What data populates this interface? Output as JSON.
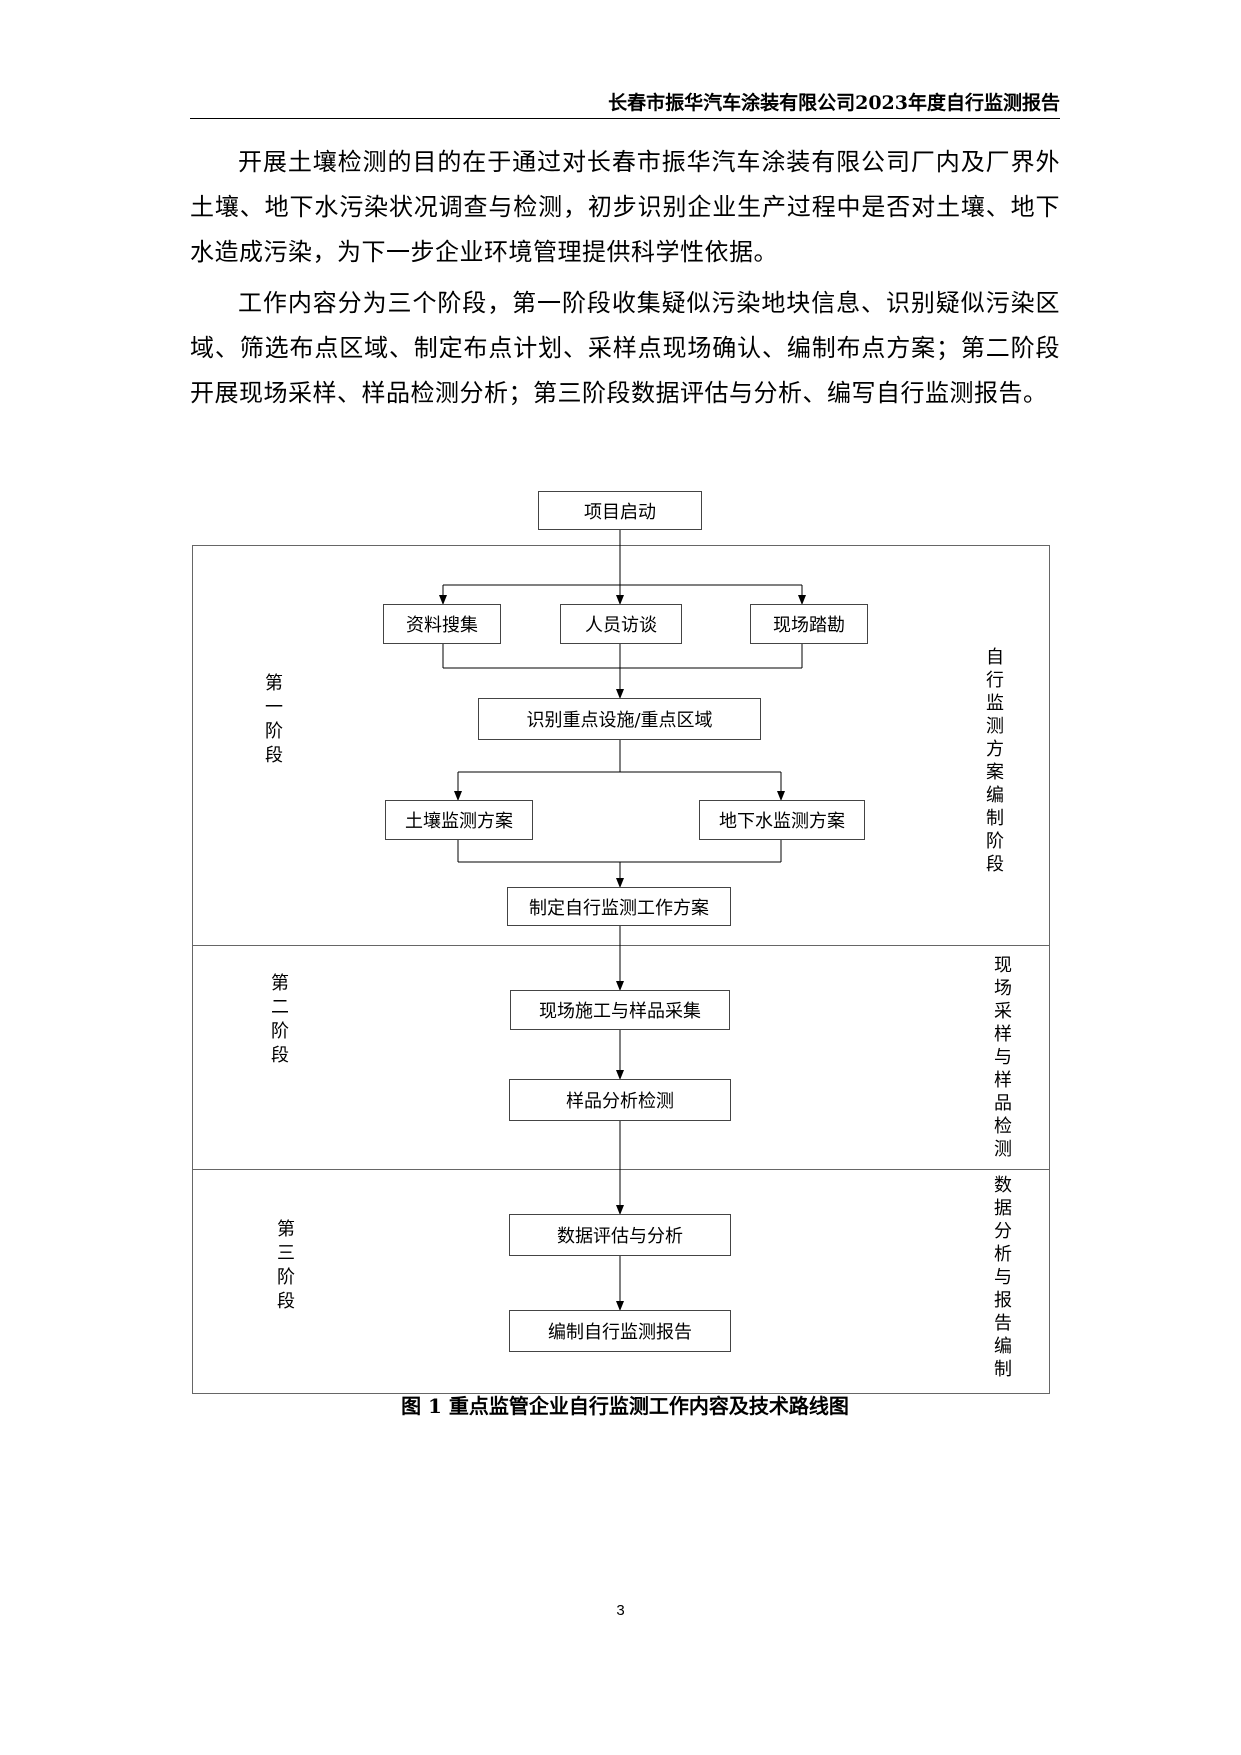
{
  "header": {
    "title": "长春市振华汽车涂装有限公司2023年度自行监测报告"
  },
  "paragraphs": [
    "开展土壤检测的目的在于通过对长春市振华汽车涂装有限公司厂内及厂界外土壤、地下水污染状况调查与检测，初步识别企业生产过程中是否对土壤、地下水造成污染，为下一步企业环境管理提供科学性依据。",
    "工作内容分为三个阶段，第一阶段收集疑似污染地块信息、识别疑似污染区域、筛选布点区域、制定布点计划、采样点现场确认、编制布点方案；第二阶段开展现场采样、样品检测分析；第三阶段数据评估与分析、编写自行监测报告。"
  ],
  "flowchart": {
    "start": "项目启动",
    "step_collect": "资料搜集",
    "step_interview": "人员访谈",
    "step_survey": "现场踏勘",
    "step_identify": "识别重点设施/重点区域",
    "step_soil_plan": "土壤监测方案",
    "step_groundwater_plan": "地下水监测方案",
    "step_work_plan": "制定自行监测工作方案",
    "step_sampling": "现场施工与样品采集",
    "step_analysis": "样品分析检测",
    "step_evaluation": "数据评估与分析",
    "step_report": "编制自行监测报告",
    "stage1_label": "第一阶段",
    "stage2_label": "第二阶段",
    "stage3_label": "第三阶段",
    "stage1_side": "自行监测方案编制阶段",
    "stage2_side": "现场采样与样品检测",
    "stage3_side": "数据分析与报告编制"
  },
  "caption": "图 1 重点监管企业自行监测工作内容及技术路线图",
  "page_number": "3"
}
